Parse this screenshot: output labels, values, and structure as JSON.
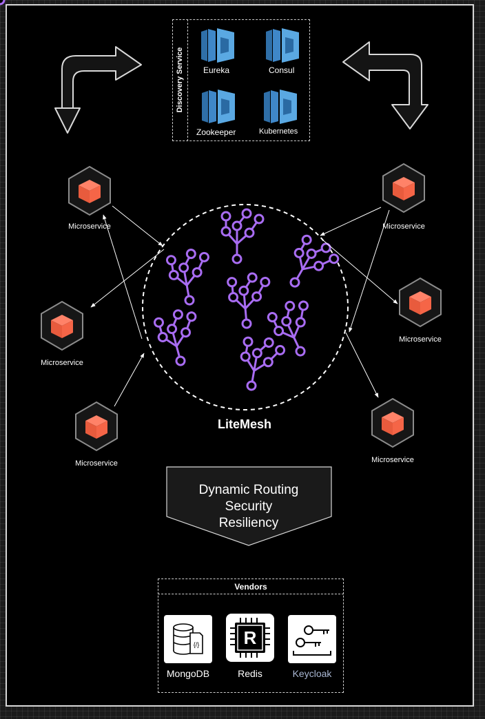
{
  "discovery_service": {
    "title": "Discovery Service",
    "items": [
      {
        "label": "Eureka",
        "icon": "eureka-icon"
      },
      {
        "label": "Consul",
        "icon": "consul-icon"
      },
      {
        "label": "Zookeeper",
        "icon": "zookeeper-icon"
      },
      {
        "label": "Kubernetes",
        "icon": "kubernetes-icon"
      }
    ]
  },
  "mesh": {
    "label": "LiteMesh"
  },
  "microservices": [
    {
      "label": "Microservice"
    },
    {
      "label": "Microservice"
    },
    {
      "label": "Microservice"
    },
    {
      "label": "Microservice"
    },
    {
      "label": "Microservice"
    },
    {
      "label": "Microservice"
    }
  ],
  "features": {
    "line1": "Dynamic Routing",
    "line2": "Security",
    "line3": "Resiliency"
  },
  "vendors": {
    "title": "Vendors",
    "items": [
      {
        "label": "MongoDB",
        "icon": "mongodb-icon"
      },
      {
        "label": "Redis",
        "icon": "redis-icon"
      },
      {
        "label": "Keycloak",
        "icon": "keycloak-icon"
      }
    ]
  },
  "colors": {
    "background": "#000000",
    "cube": "#f56547",
    "hex_stroke": "#8c8c8c",
    "hex_fill": "#161616",
    "mesh": "#a86cf2",
    "aws_blue": "#4f9ed8",
    "keycloak_label": "#aab8d4"
  }
}
